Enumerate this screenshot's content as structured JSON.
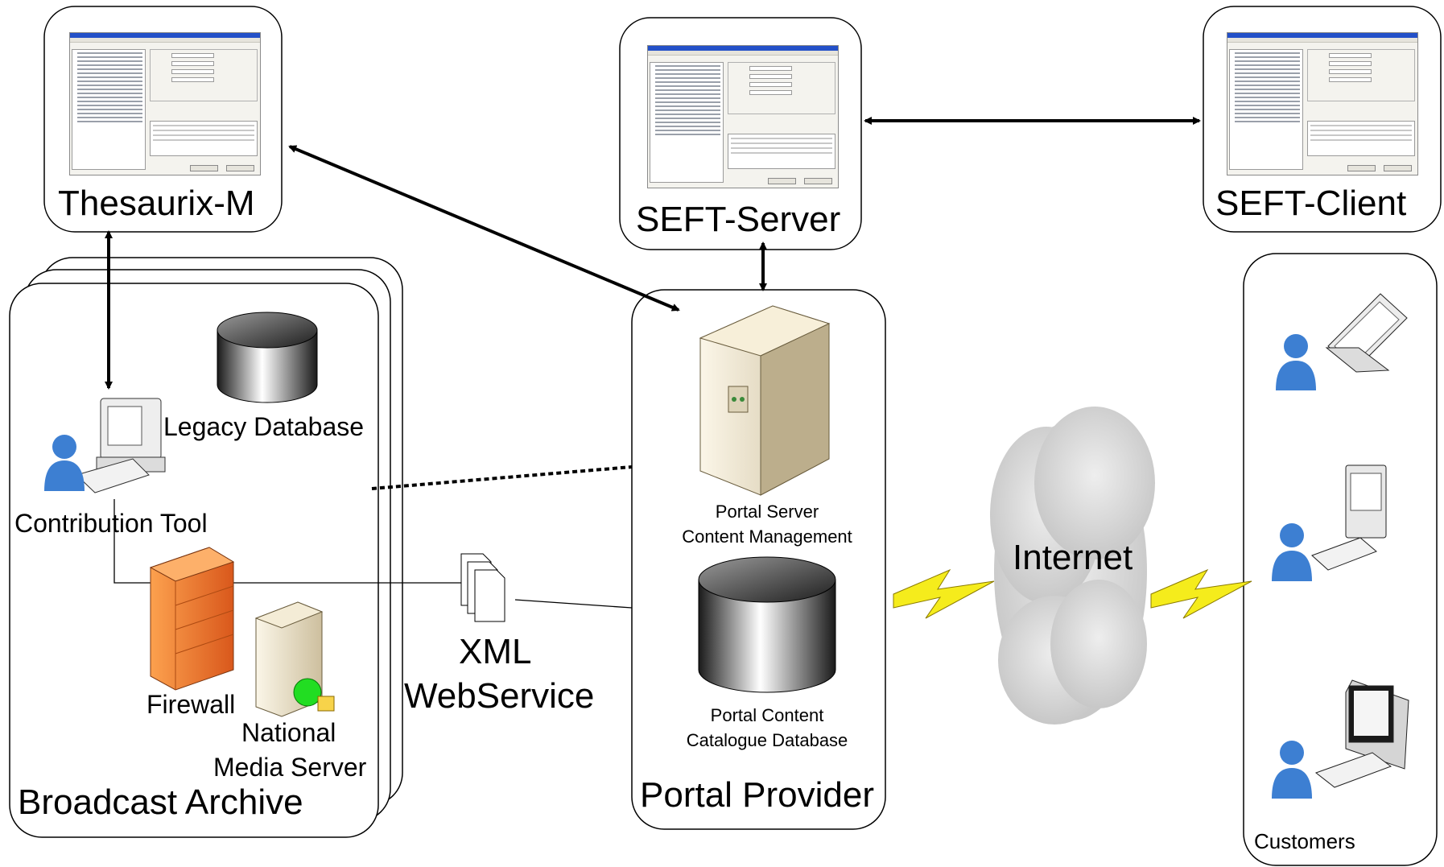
{
  "labels": {
    "thesaurix": "Thesaurix-M",
    "seft_server": "SEFT-Server",
    "seft_client": "SEFT-Client",
    "legacy_db": "Legacy Database",
    "contribution_tool": "Contribution Tool",
    "firewall": "Firewall",
    "national_media_1": "National",
    "national_media_2": "Media Server",
    "broadcast_archive": "Broadcast Archive",
    "xml_1": "XML",
    "xml_2": "WebService",
    "portal_server_1": "Portal Server",
    "portal_server_2": "Content Management",
    "portal_content_1": "Portal Content",
    "portal_content_2": "Catalogue Database",
    "portal_provider": "Portal Provider",
    "internet": "Internet",
    "customers": "Customers"
  },
  "icons": [
    "app-screenshot",
    "database-cylinder",
    "user-workstation-icon",
    "firewall-icon",
    "media-server-icon",
    "xml-documents-icon",
    "tower-server-icon",
    "lightning-icon",
    "cloud-icon",
    "laptop-icon",
    "desktop-icon",
    "monitor-icon"
  ],
  "colors": {
    "line": "#000000",
    "firewall": "#f07a2a",
    "lightning": "#f5ec1c",
    "person": "#3d7fd2",
    "cloud": "#cfcfcf",
    "server": "#e6dcc2",
    "status_green": "#22dd22"
  }
}
